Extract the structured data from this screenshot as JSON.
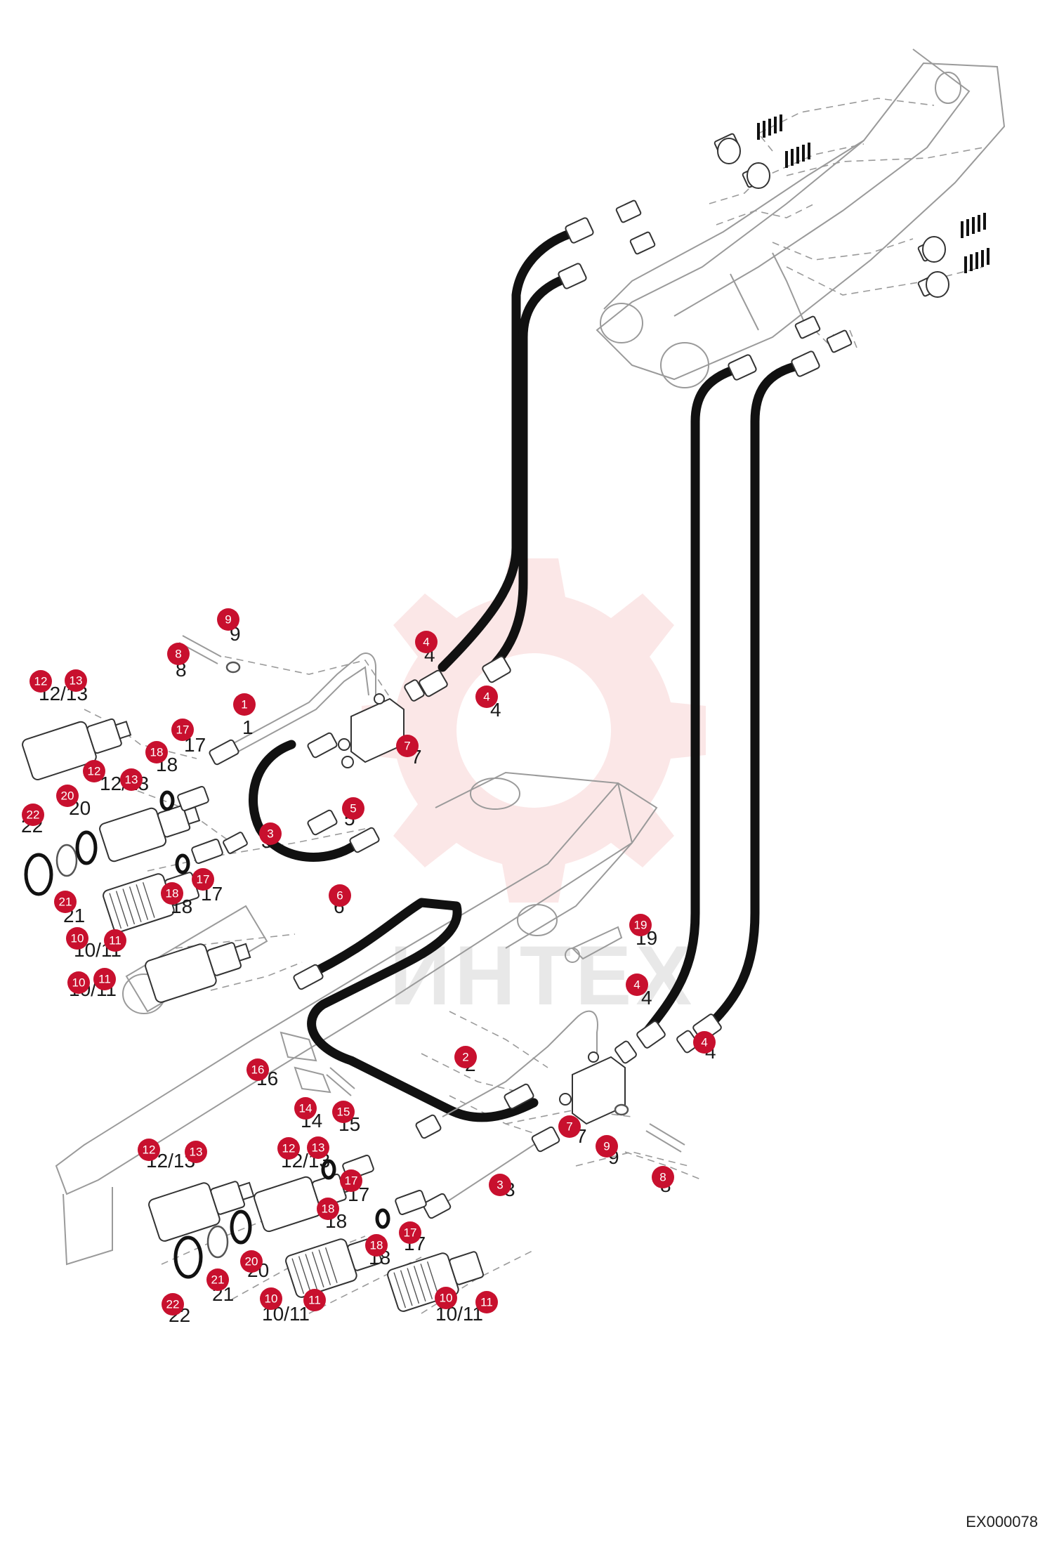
{
  "reference_code": "EX000078",
  "watermark_text": "ИНТЕХ",
  "colors": {
    "callout": "#c8102e",
    "hose": "#111111",
    "outline": "#9a9a9a",
    "watermark": "#f2a9a9"
  },
  "callouts": [
    "1",
    "2",
    "3",
    "3",
    "4",
    "4",
    "4",
    "4",
    "5",
    "6",
    "7",
    "7",
    "8",
    "8",
    "9",
    "9",
    "10",
    "10",
    "10",
    "10",
    "11",
    "11",
    "11",
    "11",
    "12",
    "12",
    "12",
    "12",
    "13",
    "13",
    "13",
    "13",
    "14",
    "15",
    "16",
    "17",
    "17",
    "17",
    "17",
    "18",
    "18",
    "18",
    "18",
    "19",
    "20",
    "20",
    "21",
    "21",
    "22",
    "22"
  ],
  "part_labels": [
    "1",
    "2",
    "3",
    "3",
    "4",
    "4",
    "4",
    "4",
    "5",
    "6",
    "7",
    "7",
    "8",
    "8",
    "9",
    "9",
    "10/11",
    "10/11",
    "10/11",
    "10/11",
    "12/13",
    "12/13",
    "12/13",
    "12/13",
    "14",
    "15",
    "16",
    "17",
    "17",
    "17",
    "17",
    "18",
    "18",
    "18",
    "18",
    "19",
    "20",
    "20",
    "21",
    "21",
    "22",
    "22"
  ]
}
